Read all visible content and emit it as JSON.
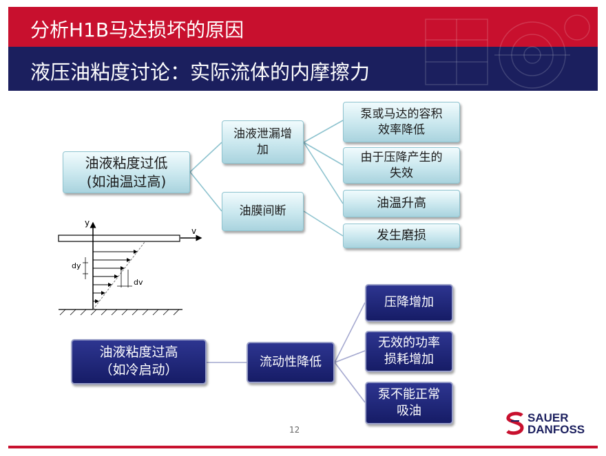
{
  "header": {
    "title": "分析H1B马达损坏的原因",
    "subtitle": "液压油粘度讨论：实际流体的内摩擦力"
  },
  "colors": {
    "red": "#c8102e",
    "navy": "#1b1f5e",
    "teal": "#c9e7ee"
  },
  "low_viscosity": {
    "root": [
      "油液粘度过低",
      "(如油温过高)"
    ],
    "branches": [
      {
        "label": [
          "油液泄漏增",
          "加"
        ],
        "effects": [
          [
            "泵或马达的容积",
            "效率降低"
          ],
          [
            "由于压降产生的",
            "失效"
          ],
          [
            "油温升高"
          ]
        ]
      },
      {
        "label": [
          "油膜间断"
        ],
        "effects": [
          [
            "发生磨损"
          ]
        ]
      }
    ]
  },
  "high_viscosity": {
    "root": [
      "油液粘度过高",
      "（如冷启动）"
    ],
    "middle": [
      "流动性降低"
    ],
    "effects": [
      [
        "压降增加"
      ],
      [
        "无效的功率",
        "损耗增加"
      ],
      [
        "泵不能正常",
        "吸油"
      ]
    ]
  },
  "flow_diagram": {
    "y_label": "y",
    "v_label": "v",
    "dy_label": "dy",
    "dv_label": "dv"
  },
  "footer": {
    "page_number": "12",
    "logo_top": "SAUER",
    "logo_bottom": "DANFOSS"
  }
}
